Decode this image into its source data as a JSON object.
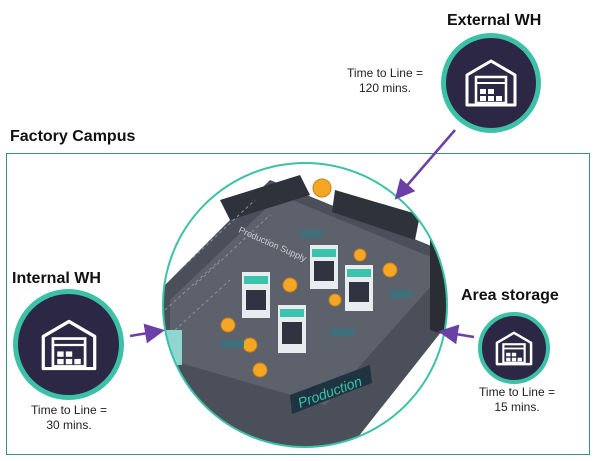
{
  "labels": {
    "external_wh": "External WH",
    "external_time_line1": "Time to Line =",
    "external_time_line2": "120 mins.",
    "factory_campus": "Factory Campus",
    "internal_wh": "Internal WH",
    "internal_time_line1": "Time to Line =",
    "internal_time_line2": "30 mins.",
    "area_storage": "Area storage",
    "area_time_line1": "Time to Line =",
    "area_time_line2": "15 mins.",
    "production_supply": "Production Supply",
    "production": "Production"
  },
  "icons": {
    "warehouse": "warehouse-icon",
    "arrow": "arrow-icon"
  },
  "colors": {
    "icon_circle": "#2b2745",
    "icon_ring": "#3cc1a6",
    "campus_border": "#3a8f82",
    "arrow": "#6b3fa8",
    "floor": "#3b3f4a",
    "production_banner": "#1f3340",
    "production_text": "#39c3ad"
  }
}
